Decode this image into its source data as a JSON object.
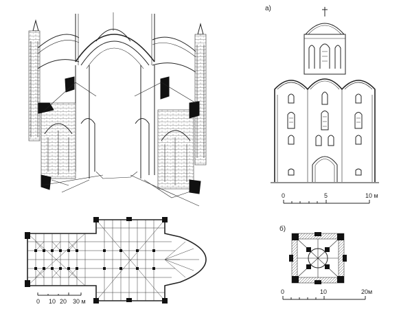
{
  "panels": {
    "cathedral_section": {},
    "cathedral_plan": {
      "scale": {
        "ticks": [
          "0",
          "10",
          "20",
          "30 м"
        ]
      }
    },
    "church_elevation": {
      "label": "а)",
      "scale": {
        "ticks": [
          "0",
          "5",
          "10 м"
        ]
      }
    },
    "church_plan": {
      "label": "б)",
      "scale": {
        "ticks": [
          "0",
          "10",
          "20м"
        ]
      }
    }
  }
}
